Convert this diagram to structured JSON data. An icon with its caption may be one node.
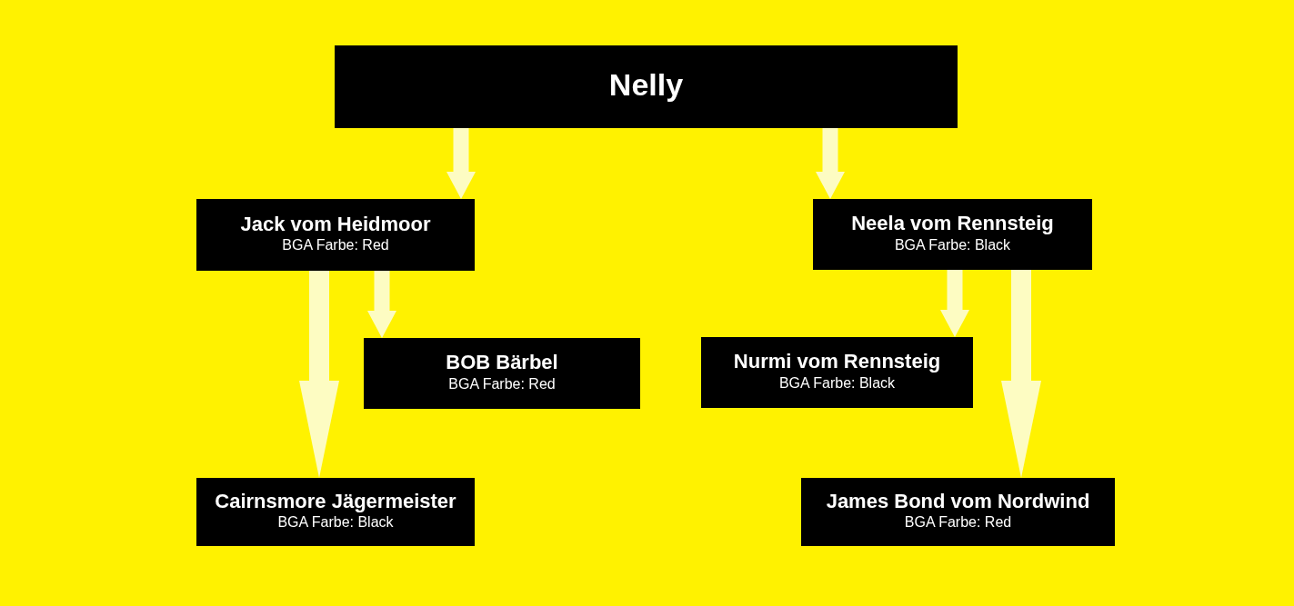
{
  "diagram": {
    "nodes": [
      {
        "text": [
          "Nelly"
        ]
      },
      {
        "text": [
          "Jack vom Heidmoor",
          "BGA Farbe: Red"
        ]
      },
      {
        "text": [
          "Neela vom Rennsteig",
          "BGA Farbe: Black"
        ]
      },
      {
        "text": [
          "BOB Bärbel",
          "BGA Farbe: Red"
        ]
      },
      {
        "text": [
          "Nurmi vom Rennsteig",
          "BGA Farbe: Black"
        ]
      },
      {
        "text": [
          "Cairnsmore Jägermeister",
          "BGA Farbe: Black"
        ]
      },
      {
        "text": [
          "James Bond vom Nordwind",
          "BGA Farbe: Red"
        ]
      }
    ],
    "edges": [
      {
        "from": 0,
        "to": 1,
        "arrow": "to"
      },
      {
        "from": 0,
        "to": 2,
        "arrow": "to"
      },
      {
        "from": 1,
        "to": 5,
        "arrow": "to"
      },
      {
        "from": 1,
        "to": 3,
        "arrow": "to"
      },
      {
        "from": 2,
        "to": 4,
        "arrow": "to"
      },
      {
        "from": 2,
        "to": 6,
        "arrow": "to"
      }
    ]
  }
}
